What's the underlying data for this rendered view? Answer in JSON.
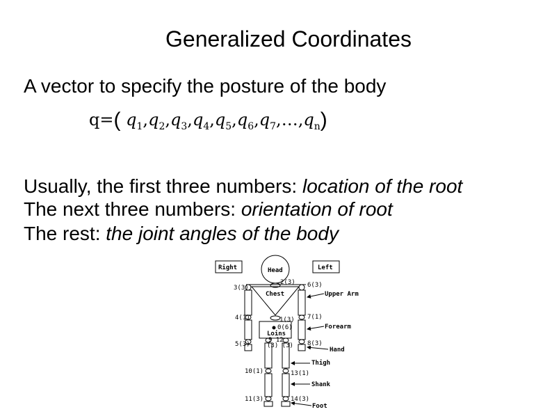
{
  "slide": {
    "title": "Generalized Coordinates",
    "intro": "A vector to specify the posture of the body",
    "formula": {
      "lhs": "q=",
      "open": "(",
      "terms": [
        {
          "sym": "q",
          "sub": "1"
        },
        {
          "sym": "q",
          "sub": "2"
        },
        {
          "sym": "q",
          "sub": "3"
        },
        {
          "sym": "q",
          "sub": "4"
        },
        {
          "sym": "q",
          "sub": "5"
        },
        {
          "sym": "q",
          "sub": "6"
        },
        {
          "sym": "q",
          "sub": "7"
        }
      ],
      "ellipsis": "…",
      "last": {
        "sym": "q",
        "sub": "n"
      },
      "close": ")"
    },
    "line1_prefix": "Usually, the first three numbers: ",
    "line1_em": "location of the root",
    "line2_prefix": "The next three numbers: ",
    "line2_em": "orientation of root",
    "line3_prefix": "The rest:  ",
    "line3_em": "the joint angles of the body"
  },
  "figure": {
    "box_right": "Right",
    "box_left": "Left",
    "head": "Head",
    "chest": "Chest",
    "loins": "Loins",
    "upper_arm": "Upper Arm",
    "forearm": "Forearm",
    "hand": "Hand",
    "thigh": "Thigh",
    "shank": "Shank",
    "foot": "Foot",
    "j_neck": "2(3)",
    "j_rshoulder": "3(3)",
    "j_lshoulder": "6(3)",
    "j_relbow": "4(1)",
    "j_lelbow": "7(1)",
    "j_waist": "1(3)",
    "j_root": "0(6)",
    "j_rwrist": "5(3)",
    "j_lwrist": "8(3)",
    "j_hips": "9  12",
    "j_hips_dof": "(3) (3)",
    "j_rknee": "10(1)",
    "j_lknee": "13(1)",
    "j_rankle": "11(3)",
    "j_lankle": "14(3)"
  }
}
